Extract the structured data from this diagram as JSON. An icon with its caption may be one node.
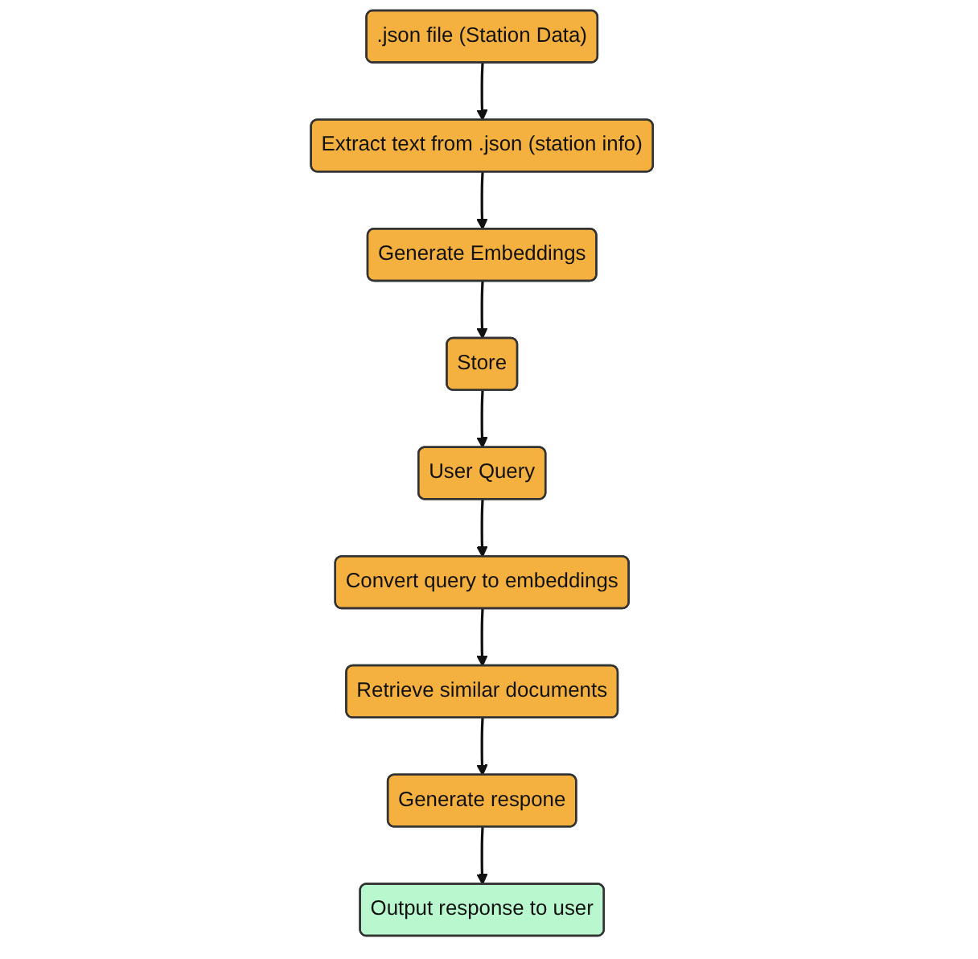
{
  "diagram": {
    "nodes": [
      {
        "text": [
          ".json file (Station Data)"
        ]
      },
      {
        "text": [
          "Extract text from .json (station info)"
        ]
      },
      {
        "text": [
          "Generate Embeddings"
        ]
      },
      {
        "text": [
          "Store"
        ]
      },
      {
        "text": [
          "User Query"
        ]
      },
      {
        "text": [
          "Convert query to embeddings"
        ]
      },
      {
        "text": [
          "Retrieve similar documents"
        ]
      },
      {
        "text": [
          "Generate respone"
        ]
      },
      {
        "text": [
          "Output response to user"
        ]
      }
    ],
    "edges": [
      {
        "from": 0,
        "to": 1,
        "arrow": "to"
      },
      {
        "from": 1,
        "to": 2,
        "arrow": "to"
      },
      {
        "from": 2,
        "to": 3,
        "arrow": "to"
      },
      {
        "from": 3,
        "to": 4,
        "arrow": "to"
      },
      {
        "from": 4,
        "to": 5,
        "arrow": "to"
      },
      {
        "from": 5,
        "to": 6,
        "arrow": "to"
      },
      {
        "from": 6,
        "to": 7,
        "arrow": "to"
      },
      {
        "from": 7,
        "to": 8,
        "arrow": "to"
      }
    ]
  }
}
